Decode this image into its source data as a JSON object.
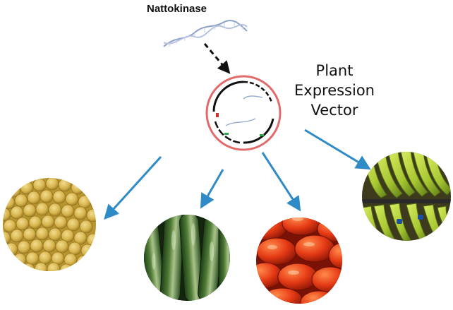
{
  "gene": {
    "name": "Nattokinase"
  },
  "vector": {
    "line1": "Plant",
    "line2": "Expression",
    "line3": "Vector"
  },
  "targets": [
    {
      "id": "soybean",
      "icon": "soybean-image"
    },
    {
      "id": "cucumber",
      "icon": "cucumber-image"
    },
    {
      "id": "tomato",
      "icon": "tomato-image"
    },
    {
      "id": "banana",
      "icon": "banana-image"
    }
  ],
  "colors": {
    "arrow": "#2e8bc8",
    "plasmid_ring": "#e26a6a",
    "plasmid_segment": "#111111",
    "dna": "#8aa0c8"
  }
}
